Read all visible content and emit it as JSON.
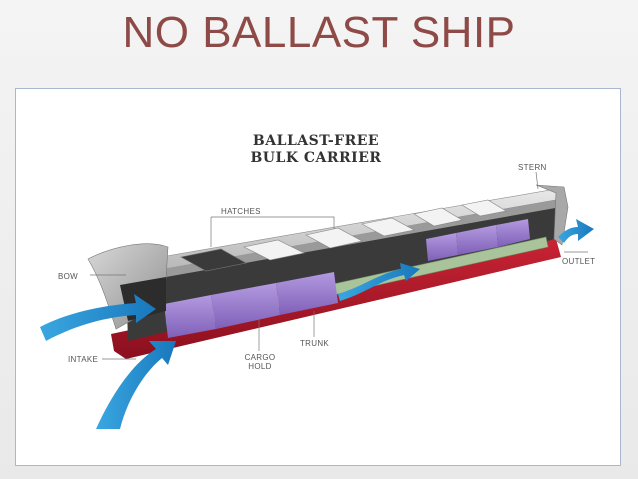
{
  "slide": {
    "title": "NO BALLAST SHIP"
  },
  "diagram": {
    "heading_line1": "BALLAST-FREE",
    "heading_line2": "BULK CARRIER",
    "labels": {
      "stern": "STERN",
      "hatches": "HATCHES",
      "bow": "BOW",
      "outlet": "OUTLET",
      "intake": "INTAKE",
      "trunk": "TRUNK",
      "cargo_line1": "CARGO",
      "cargo_line2": "HOLD"
    }
  },
  "colors": {
    "title": "#8e4a46",
    "hull_red": "#b5182b",
    "cargo_purple": "#9b7fcf",
    "water_blue": "#1e8fd0",
    "trunk_green": "#a9c39a"
  }
}
